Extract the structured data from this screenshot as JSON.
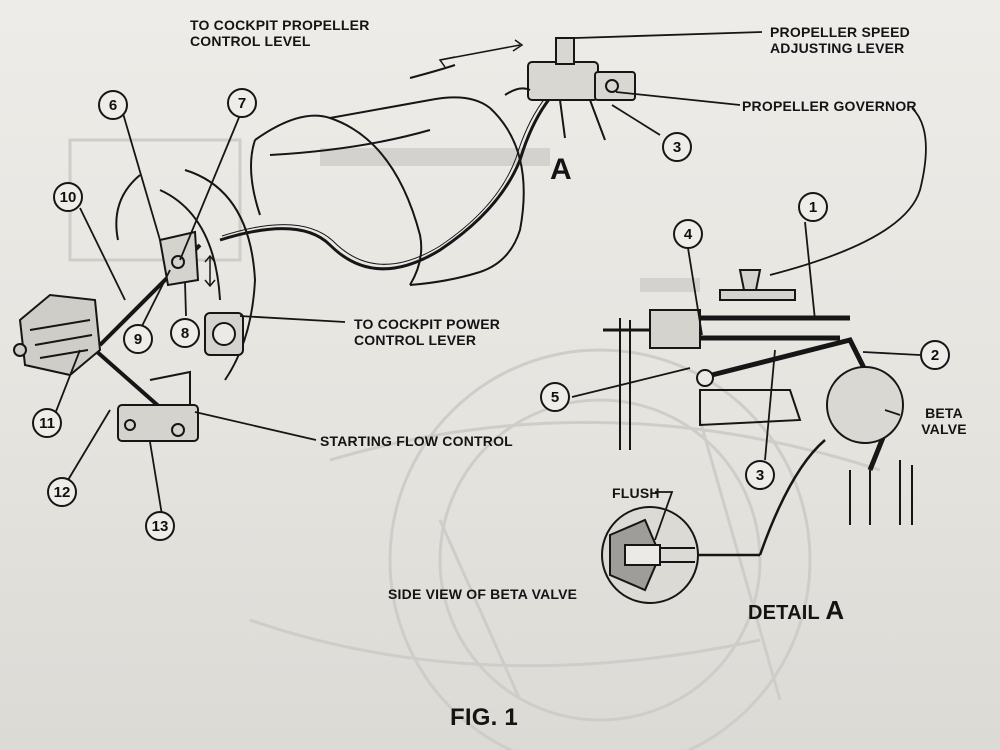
{
  "labels": {
    "cockpit_prop_line1": "TO COCKPIT PROPELLER",
    "cockpit_prop_line2": "CONTROL LEVEL",
    "prop_speed_line1": "PROPELLER SPEED",
    "prop_speed_line2": "ADJUSTING LEVER",
    "prop_governor": "PROPELLER GOVERNOR",
    "detail_marker": "A",
    "cockpit_power_line1": "TO COCKPIT POWER",
    "cockpit_power_line2": "CONTROL LEVER",
    "starting_flow": "STARTING FLOW CONTROL",
    "beta_line1": "BETA",
    "beta_line2": "VALVE",
    "flush": "FLUSH",
    "side_view": "SIDE VIEW OF BETA VALVE",
    "detail_word": "DETAIL",
    "detail_letter": "A",
    "figure": "FIG. 1"
  },
  "callouts": [
    "1",
    "2",
    "3",
    "3",
    "4",
    "5",
    "6",
    "7",
    "8",
    "9",
    "10",
    "11",
    "12",
    "13"
  ],
  "colors": {
    "ink": "#161616",
    "paper": "#eceae6",
    "ghost": "#cdcbc7"
  }
}
